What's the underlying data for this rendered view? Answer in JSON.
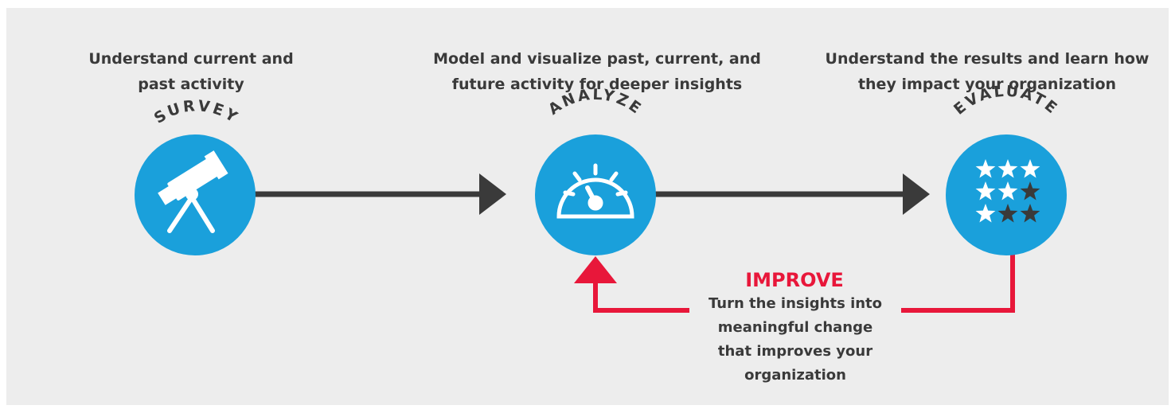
{
  "steps": [
    {
      "label": "SURVEY",
      "caption_line1": "Understand current and",
      "caption_line2": "past activity",
      "icon": "telescope-icon"
    },
    {
      "label": "ANALYZE",
      "caption_line1": "Model and visualize past, current, and",
      "caption_line2": "future activity for deeper insights",
      "icon": "speedometer-icon"
    },
    {
      "label": "EVALUATE",
      "caption_line1": "Understand the results and learn how",
      "caption_line2": "they impact your organization",
      "icon": "star-rating-icon"
    }
  ],
  "improve": {
    "title": "IMPROVE",
    "line1": "Turn the insights into",
    "line2": "meaningful change",
    "line3": "that improves your",
    "line4": "organization"
  },
  "colors": {
    "background": "#ededed",
    "circle": "#1aa0db",
    "arrow": "#3a3a3a",
    "improve": "#e8173a",
    "text": "#3a3a3a"
  }
}
